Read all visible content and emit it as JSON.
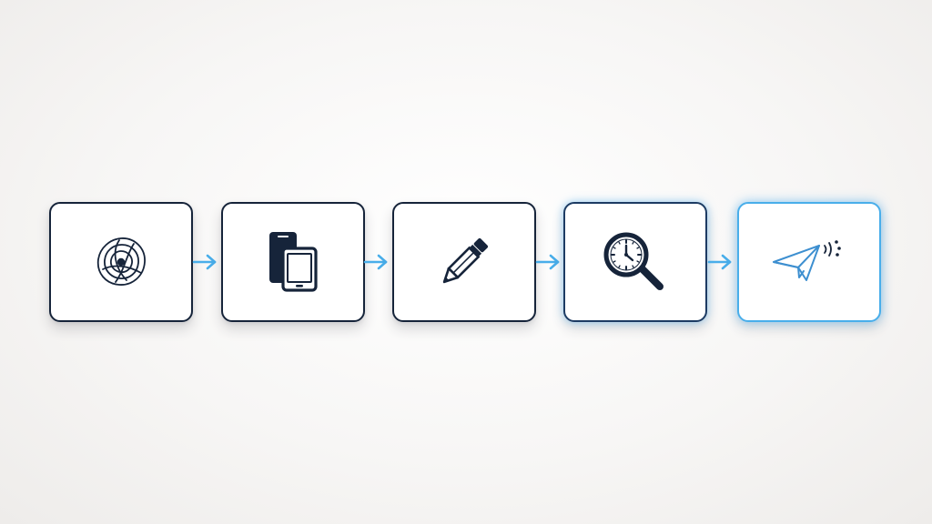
{
  "diagram": {
    "type": "linear-flow",
    "steps": [
      {
        "id": "step-1",
        "icon": "concentric-circles-icon"
      },
      {
        "id": "step-2",
        "icon": "devices-icon"
      },
      {
        "id": "step-3",
        "icon": "pencil-icon"
      },
      {
        "id": "step-4",
        "icon": "clock-magnifier-icon"
      },
      {
        "id": "step-5",
        "icon": "paper-plane-icon"
      }
    ],
    "connectors": [
      {
        "from": "step-1",
        "to": "step-2"
      },
      {
        "from": "step-2",
        "to": "step-3"
      },
      {
        "from": "step-3",
        "to": "step-4"
      },
      {
        "from": "step-4",
        "to": "step-5"
      }
    ]
  },
  "colors": {
    "box_border": "#16243a",
    "icon_dark": "#16243a",
    "accent_blue": "#49aeea",
    "plane_blue": "#3d8fd0",
    "background": "#f7f6f5"
  }
}
